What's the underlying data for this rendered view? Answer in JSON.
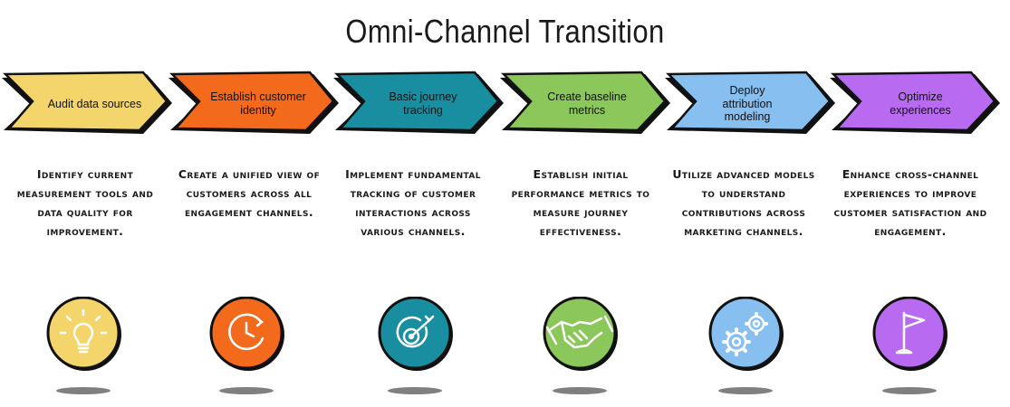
{
  "title": "Omni-Channel Transition",
  "steps": [
    {
      "label": "Audit data sources",
      "description": "Identify current measurement tools and data quality for improvement.",
      "color": "#F4D56B",
      "icon": "lightbulb-icon"
    },
    {
      "label": "Establish customer identity",
      "description": "Create a unified view of customers across all engagement channels.",
      "color": "#F36A1D",
      "icon": "clock-icon"
    },
    {
      "label": "Basic journey tracking",
      "description": "Implement fundamental tracking of customer interactions across various channels.",
      "color": "#1A8EA1",
      "icon": "target-icon"
    },
    {
      "label": "Create baseline metrics",
      "description": "Establish initial performance metrics to measure journey effectiveness.",
      "color": "#8BC75A",
      "icon": "handshake-icon"
    },
    {
      "label": "Deploy attribution modeling",
      "description": "Utilize advanced models to understand contributions across marketing channels.",
      "color": "#86BFF0",
      "icon": "gears-icon"
    },
    {
      "label": "Optimize experiences",
      "description": "Enhance cross-channel experiences to improve customer satisfaction and engagement.",
      "color": "#B86BF0",
      "icon": "flag-icon"
    }
  ]
}
